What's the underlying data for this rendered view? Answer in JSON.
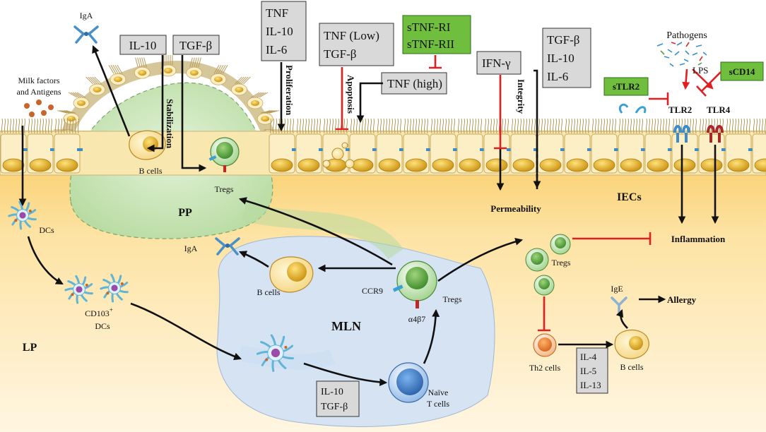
{
  "boxes": {
    "il10_top": "IL-10",
    "tgfb_top": "TGF-β",
    "tnf_stack": [
      "TNF",
      "IL-10",
      "IL-6"
    ],
    "tnf_low": [
      "TNF (Low)",
      "TGF-β"
    ],
    "tnf_high": "TNF (high)",
    "stnfr": [
      "sTNF-RI",
      "sTNF-RII"
    ],
    "ifng": "IFN-γ",
    "tgfb_stack": [
      "TGF-β",
      "IL-10",
      "IL-6"
    ],
    "stlr2": "sTLR2",
    "scd14": "sCD14",
    "il10_tgfb": [
      "IL-10",
      "TGF-β"
    ],
    "il_stack": [
      "IL-4",
      "IL-5",
      "IL-13"
    ]
  },
  "labels": {
    "iga_top": "IgA",
    "milk": [
      "Milk factors",
      "and Antigens"
    ],
    "stabilization": "Stabilization",
    "proliferation": "Proliferation",
    "apoptosis": "Apoptosis",
    "integrity": "Integrity",
    "pathogens": "Pathogens",
    "lps": "LPS",
    "tlr2": "TLR2",
    "tlr4": "TLR4",
    "b_cells_pp": "B cells",
    "tregs_pp": "Tregs",
    "pp": "PP",
    "iecs": "IECs",
    "permeability": "Permeability",
    "dcs": "DCs",
    "inflammation": "Inflammation",
    "iga_mln": "IgA",
    "b_cells_mln": "B cells",
    "ccr9": "CCR9",
    "tregs_mln": "Tregs",
    "a4b7": "α4β7",
    "tregs_right": "Tregs",
    "cd103": "CD103",
    "cd103_sup": "+",
    "dcs2": "DCs",
    "mln": "MLN",
    "ige": "IgE",
    "allergy": "Allergy",
    "lp": "LP",
    "th2": "Th2 cells",
    "b_cells_right": "B cells",
    "naive": [
      "Naïve",
      "T cells"
    ]
  },
  "colors": {
    "tissue": "#fbd98a",
    "pp": "#cfe8bf",
    "mln": "#d6e3f3",
    "box": "#d9d9d9",
    "green_box": "#6fbe3e",
    "inhibit": "#e02020"
  }
}
